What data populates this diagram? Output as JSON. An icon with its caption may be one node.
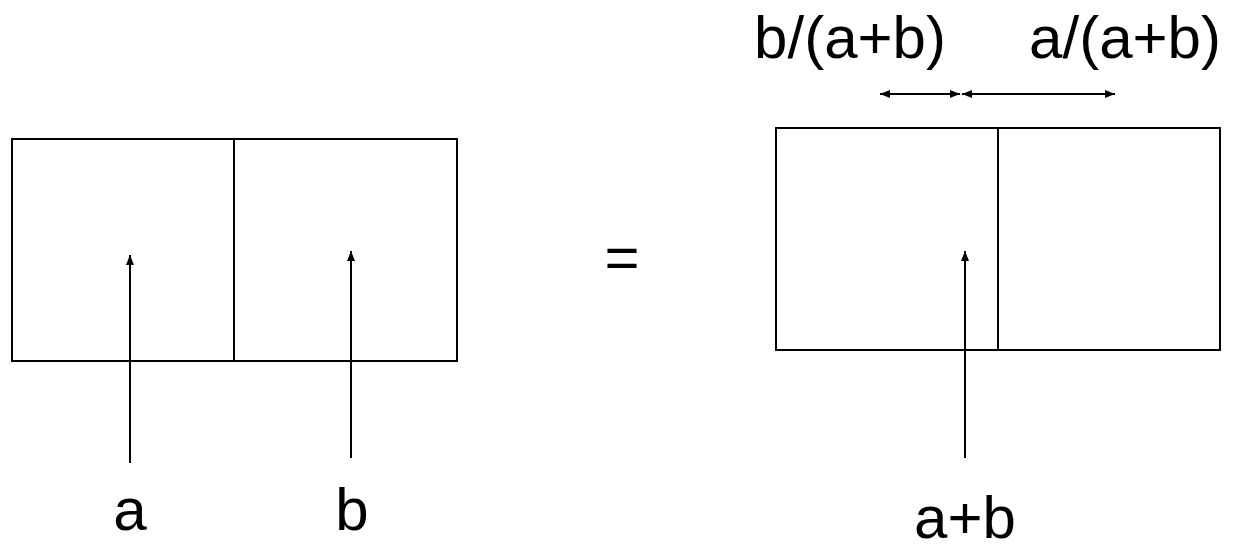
{
  "diagram": {
    "labels": [
      "b/(a+b)",
      "a/(a+b)",
      "=",
      "a",
      "b",
      "a+b"
    ]
  }
}
